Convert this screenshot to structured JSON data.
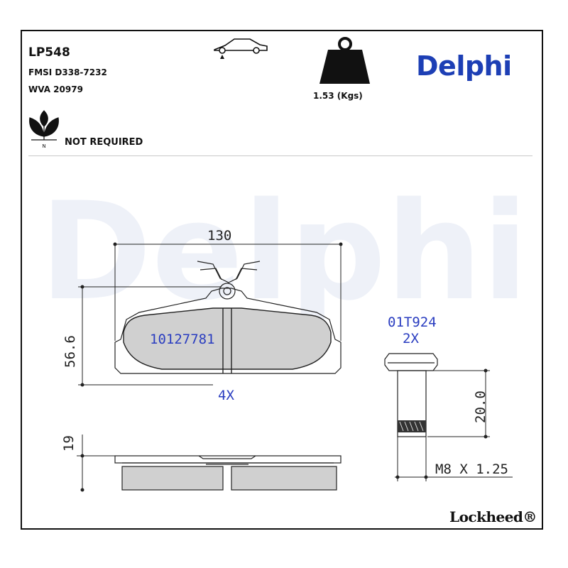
{
  "header": {
    "part_number": "LP548",
    "fmsi": "FMSI D338-7232",
    "wva": "WVA 20979",
    "weight": "1.53 (Kgs)",
    "eco_status": "NOT REQUIRED",
    "brand": "Delphi",
    "watermark": "Delphi",
    "eco_icon_letter": "N"
  },
  "dimensions": {
    "width": "130",
    "height": "56.6",
    "thickness": "19",
    "bolt_length": "20.0",
    "thread": "M8 X 1.25"
  },
  "labels": {
    "pad_code": "10127781",
    "pad_qty": "4X",
    "bolt_code": "01T924",
    "bolt_qty": "2X"
  },
  "footer": {
    "manufacturer": "Lockheed®"
  },
  "colors": {
    "brand_blue": "#1d3fb5",
    "label_blue": "#2a3dc0",
    "pad_fill": "#d0d0d0",
    "watermark": "#eef1f8"
  },
  "icons": [
    "car-icon",
    "weight-icon",
    "eco-leaf-icon"
  ]
}
